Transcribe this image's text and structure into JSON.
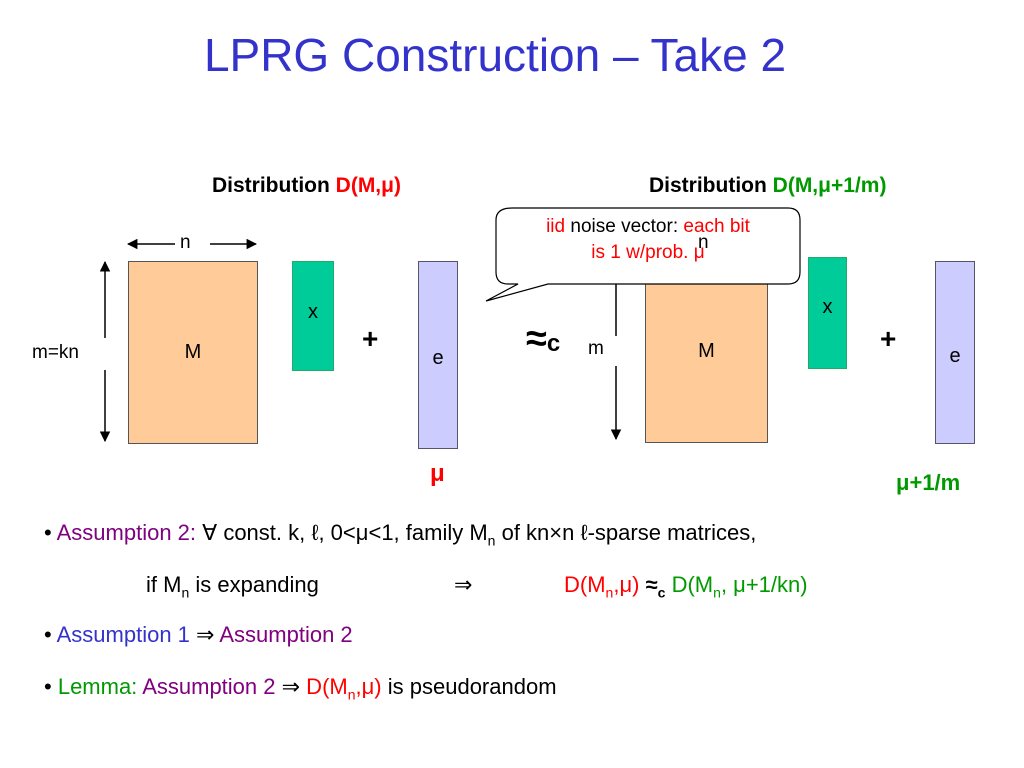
{
  "title": "LPRG Construction – Take 2",
  "left": {
    "label_prefix": "Distribution ",
    "label_dist": "D(M,",
    "label_param": "μ",
    "label_close": ")",
    "n_label": "n",
    "m_label": "m=kn",
    "matrix": "M",
    "vector_x": "x",
    "plus": "+",
    "vector_e": "e",
    "noise": "μ"
  },
  "approx": {
    "symbol": "≈",
    "sub": "c"
  },
  "right": {
    "label_prefix": "Distribution ",
    "label_dist": "D(M,",
    "label_param": "μ",
    "label_rest": "+1/m)",
    "n_label": "n",
    "m_label": "m",
    "matrix": "M",
    "vector_x": "x",
    "plus": "+",
    "vector_e": "e",
    "noise_mu": "μ",
    "noise_rest": "+1/m"
  },
  "callout": {
    "part1": "iid",
    "part2": " noise vector: ",
    "part3": "each bit",
    "part4": "is 1 w/prob. μ"
  },
  "bullets": {
    "b1": {
      "dot": "•",
      "label": "Assumption 2:",
      "forall": "∀",
      "text1": " const. k, ℓ, 0<",
      "mu": "μ",
      "text2": "<1,  family M",
      "sub_n": "n",
      "text3": " of kn",
      "times": "×",
      "text4": "n ℓ-sparse matrices,"
    },
    "line2": {
      "text1": "if M",
      "sub_n": "n",
      "text2": " is expanding",
      "implies": "⇒",
      "d1": "D(M",
      "d1_sub": "n",
      "d1_rest": ",μ)",
      "approx": "≈",
      "approx_sub": "c",
      "d2": "D(M",
      "d2_sub": "n",
      "d2_rest": ", μ+1/kn)"
    },
    "b2": {
      "dot": "•",
      "a1": "Assumption 1",
      "implies": "⇒",
      "a2": "Assumption 2"
    },
    "b3": {
      "dot": "•",
      "lemma": "Lemma:",
      "a2": " Assumption 2 ",
      "implies": "⇒",
      "d": " D(M",
      "d_sub": "n",
      "d_rest": ",μ)",
      "rest": " is pseudorandom"
    }
  }
}
